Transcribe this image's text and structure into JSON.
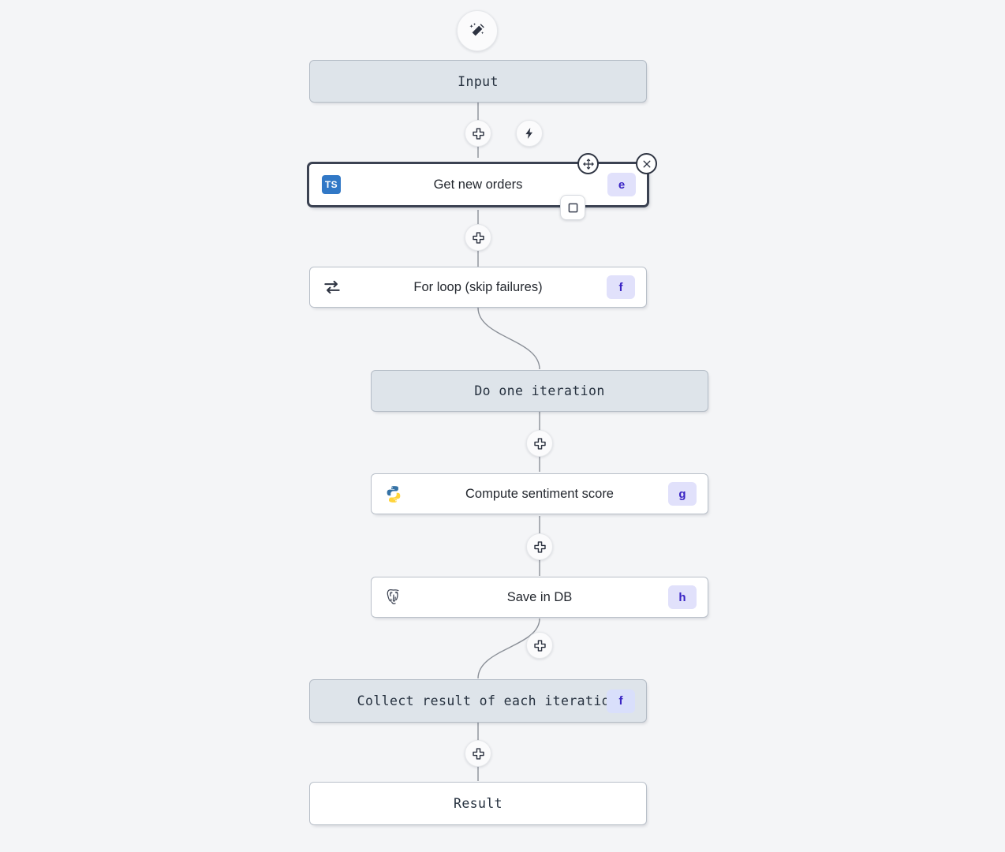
{
  "canvas": {
    "background": "#f4f5f7",
    "accent": "#3a24c4",
    "badge_bg": "#e1e1fb",
    "shaded_node_bg": "#dee4ea",
    "selected_border": "#3b4252"
  },
  "toolbar": {
    "ai_button": {
      "icon": "magic-wand-icon",
      "label": ""
    },
    "trigger_button": {
      "icon": "lightning-bolt-icon",
      "label": ""
    },
    "add_label": "+"
  },
  "nodes": [
    {
      "id": "input",
      "title": "Input",
      "style": "mono-shaded",
      "icon": "none",
      "badge": ""
    },
    {
      "id": "get_new_orders",
      "title": "Get new orders",
      "style": "selected",
      "icon": "typescript-icon",
      "badge": "e",
      "icon_label": "TS"
    },
    {
      "id": "for_loop",
      "title": "For loop (skip failures)",
      "style": "plain",
      "icon": "loop-icon",
      "badge": "f"
    },
    {
      "id": "do_one_iteration",
      "title": "Do one iteration",
      "style": "mono-shaded",
      "icon": "none",
      "badge": ""
    },
    {
      "id": "compute_sentiment",
      "title": "Compute sentiment score",
      "style": "plain",
      "icon": "python-icon",
      "badge": "g"
    },
    {
      "id": "save_in_db",
      "title": "Save in DB",
      "style": "plain",
      "icon": "postgresql-icon",
      "badge": "h"
    },
    {
      "id": "collect_result",
      "title": "Collect result of each iteration",
      "style": "mono-shaded",
      "icon": "none",
      "badge": "f"
    },
    {
      "id": "result",
      "title": "Result",
      "style": "mono-white",
      "icon": "none",
      "badge": ""
    }
  ],
  "selected_node": {
    "id": "get_new_orders",
    "move_handle": "move-handle-icon",
    "close_handle": "close-icon",
    "square_handle": "square-handle-icon"
  }
}
